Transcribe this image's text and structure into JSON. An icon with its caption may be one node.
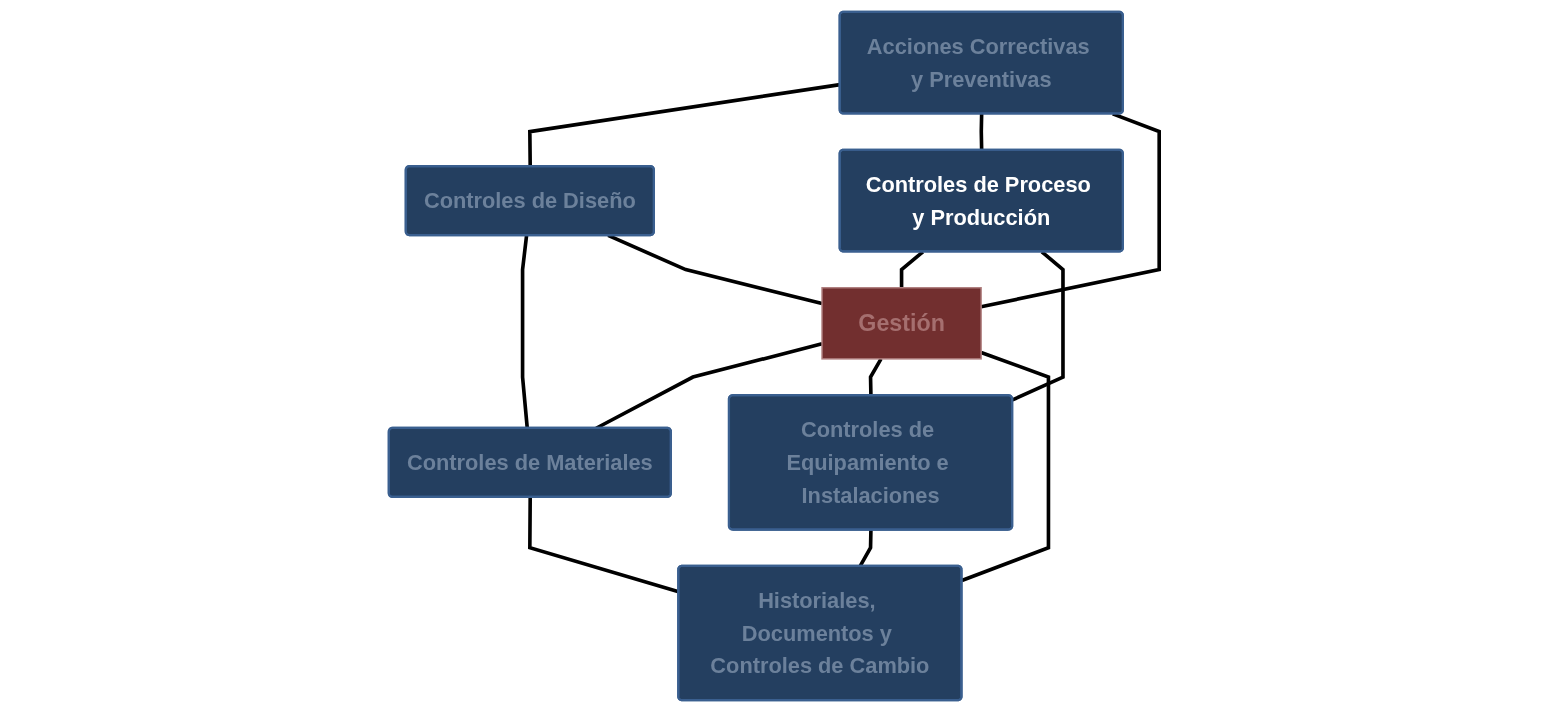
{
  "diagram": {
    "nodes": [
      {
        "text": [
          "Acciones Correctivas y Preventivas"
        ]
      },
      {
        "text": [
          "Controles de Diseño"
        ]
      },
      {
        "text": [
          "Controles de Proceso y Producción"
        ]
      },
      {
        "text": [
          "Gestión"
        ]
      },
      {
        "text": [
          "Controles de Materiales"
        ]
      },
      {
        "text": [
          "Controles de Equipamiento e Instalaciones"
        ]
      },
      {
        "text": [
          "Historiales, Documentos y Controles de Cambio"
        ]
      }
    ],
    "edges": [
      {
        "from": 0,
        "to": 1,
        "arrow": "none"
      },
      {
        "from": 0,
        "to": 2,
        "arrow": "none"
      },
      {
        "from": 0,
        "to": 3,
        "arrow": "none"
      },
      {
        "from": 1,
        "to": 4,
        "arrow": "none"
      },
      {
        "from": 1,
        "to": 3,
        "arrow": "none"
      },
      {
        "from": 3,
        "to": 4,
        "arrow": "none"
      },
      {
        "from": 2,
        "to": 3,
        "arrow": "none"
      },
      {
        "from": 2,
        "to": 5,
        "arrow": "none"
      },
      {
        "from": 3,
        "to": 5,
        "arrow": "none"
      },
      {
        "from": 3,
        "to": 6,
        "arrow": "none"
      },
      {
        "from": 4,
        "to": 6,
        "arrow": "none"
      },
      {
        "from": 5,
        "to": 6,
        "arrow": "none"
      }
    ]
  }
}
